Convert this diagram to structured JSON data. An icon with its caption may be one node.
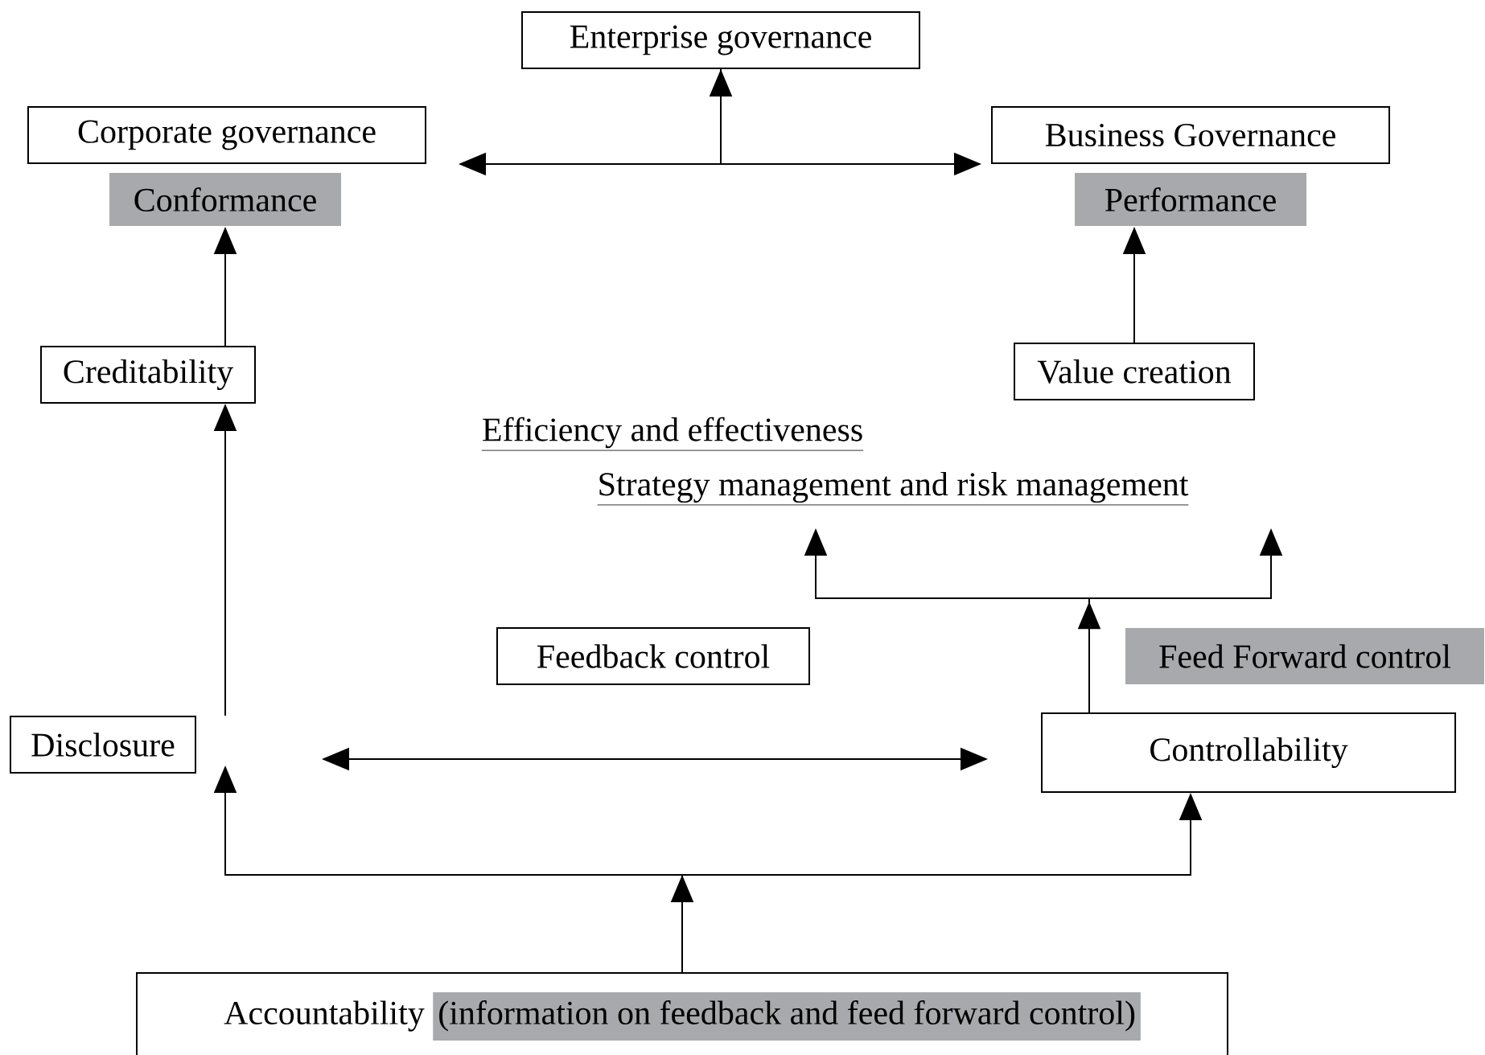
{
  "diagram": {
    "nodes": [
      {
        "text": [
          "Enterprise governance"
        ]
      },
      {
        "text": [
          "Corporate governance"
        ]
      },
      {
        "text": [
          "Conformance"
        ]
      },
      {
        "text": [
          "Business Governance"
        ]
      },
      {
        "text": [
          "Performance"
        ]
      },
      {
        "text": [
          "Creditability"
        ]
      },
      {
        "text": [
          "Value creation"
        ]
      },
      {
        "text": [
          "Efficiency and effectiveness"
        ]
      },
      {
        "text": [
          "Strategy management and risk management"
        ]
      },
      {
        "text": [
          "Feedback control"
        ]
      },
      {
        "text": [
          "Feed Forward control"
        ]
      },
      {
        "text": [
          "Disclosure"
        ]
      },
      {
        "text": [
          "Controllability"
        ]
      },
      {
        "text": [
          "Accountability",
          "(information on feedback and feed forward control)"
        ]
      }
    ],
    "edges": [
      {
        "from": null,
        "to": 0,
        "arrow": "to"
      },
      {
        "from": 0,
        "to": 1,
        "arrow": "to"
      },
      {
        "from": 0,
        "to": 3,
        "arrow": "to"
      },
      {
        "from": 5,
        "to": 2,
        "arrow": "to"
      },
      {
        "from": 6,
        "to": 4,
        "arrow": "to"
      },
      {
        "from": 11,
        "to": 5,
        "arrow": "to"
      },
      {
        "from": 13,
        "to": 11,
        "arrow": "to"
      },
      {
        "from": 13,
        "to": 12,
        "arrow": "to"
      },
      {
        "from": null,
        "to": 12,
        "arrow": "both"
      },
      {
        "from": 12,
        "to": 8,
        "arrow": "to"
      },
      {
        "from": 12,
        "to": 8,
        "arrow": "to"
      }
    ]
  }
}
